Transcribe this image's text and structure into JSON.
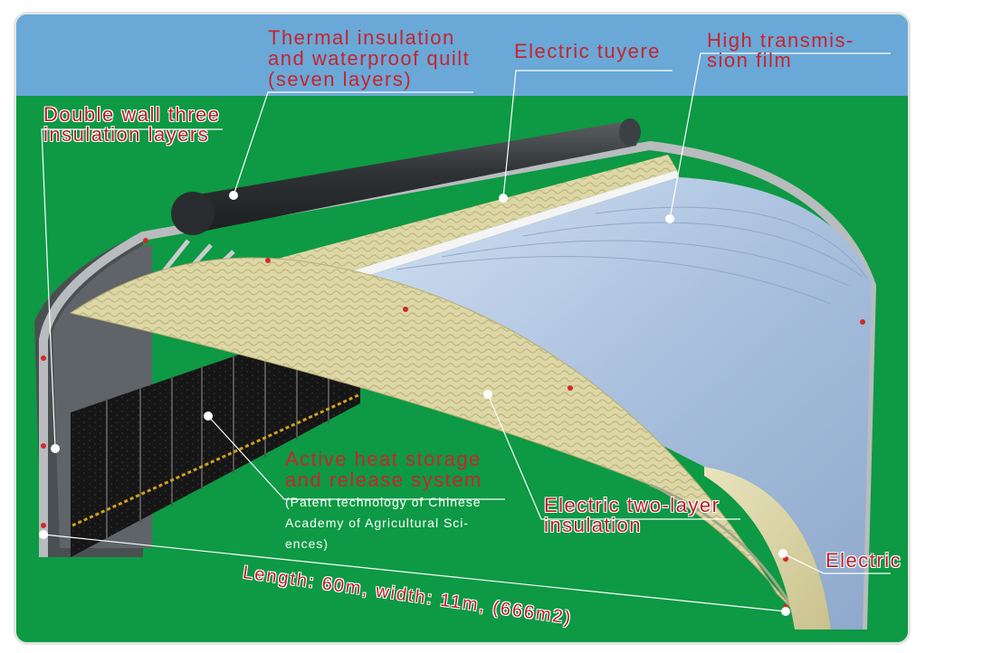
{
  "labels": {
    "thermal_quilt": [
      "Thermal insulation",
      "and waterproof quilt",
      "(seven layers)"
    ],
    "electric_tuyere_top": "Electric tuyere",
    "high_transmission_film": [
      "High transmis-",
      "sion film"
    ],
    "double_wall": [
      "Double wall three",
      "insulation layers"
    ],
    "active_heat": [
      "Active heat storage",
      "and release system"
    ],
    "patent_note": [
      "(Patent technology of Chinese",
      "Academy of Agricultural Sci-",
      "ences)"
    ],
    "electric_two_layer": [
      "Electric two-layer",
      "insulation"
    ],
    "electric_tuyere_right": "Electric tuyere",
    "dimensions": "Length: 60m, width: 11m, (666m2)"
  },
  "colors": {
    "sky": "#6aa8d8",
    "ground": "#0e9944",
    "label_red": "#c8242b",
    "film": "#b9cde6",
    "quilt_roll": "#2f3335",
    "insulation_mat": "#ddd7a6"
  }
}
